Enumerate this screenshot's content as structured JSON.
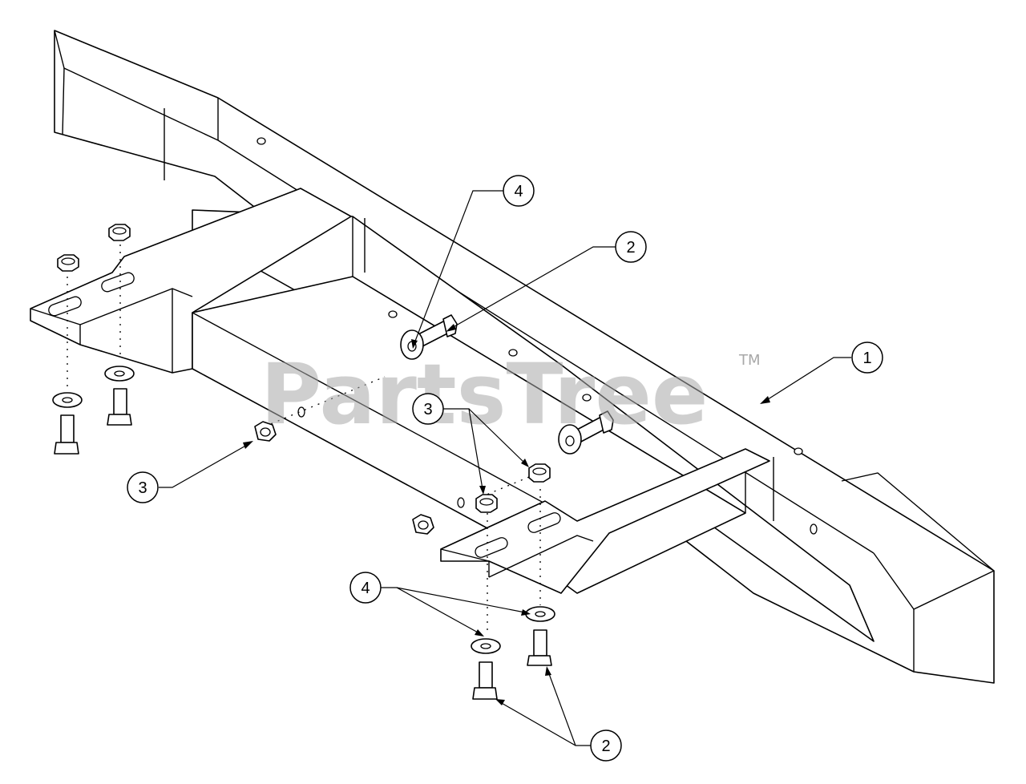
{
  "watermark": {
    "brand": "PartsTree",
    "trademark": "TM"
  },
  "callouts": [
    {
      "id": "c-1",
      "label": "1",
      "part": "frame"
    },
    {
      "id": "c-2a",
      "label": "2",
      "part": "bolt"
    },
    {
      "id": "c-4a",
      "label": "4",
      "part": "washer"
    },
    {
      "id": "c-3a",
      "label": "3",
      "part": "nut"
    },
    {
      "id": "c-3b",
      "label": "3",
      "part": "nut"
    },
    {
      "id": "c-4b",
      "label": "4",
      "part": "washer"
    },
    {
      "id": "c-2b",
      "label": "2",
      "part": "bolt"
    }
  ]
}
